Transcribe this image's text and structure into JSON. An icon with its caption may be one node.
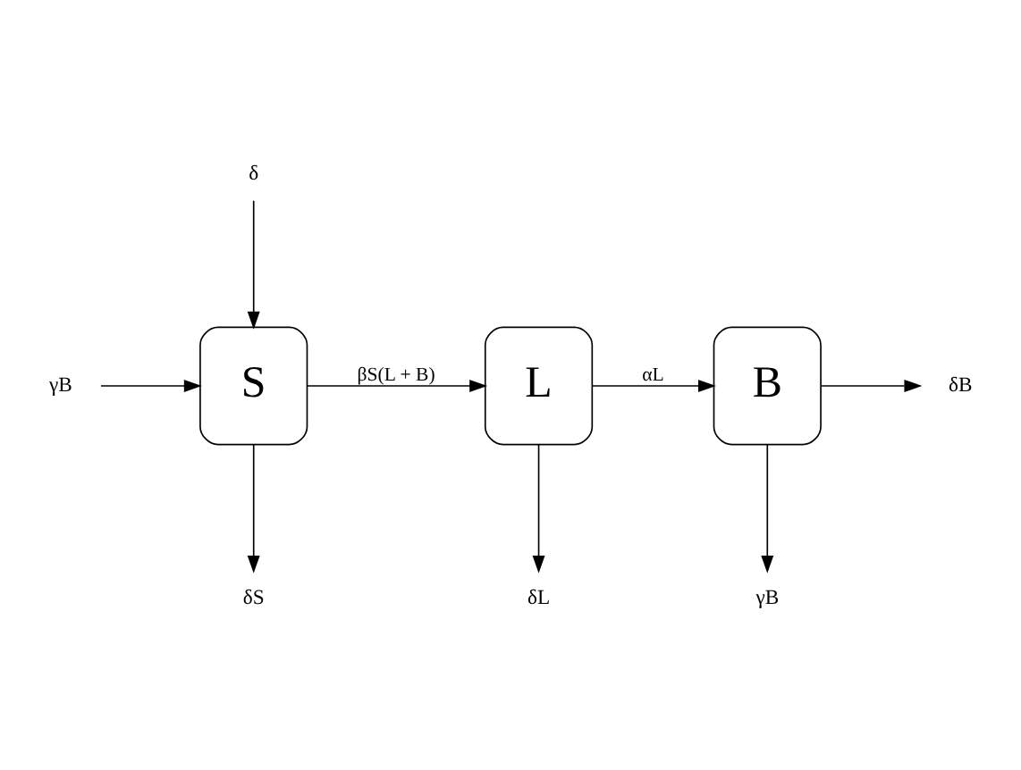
{
  "diagram": {
    "nodes": [
      {
        "text": [
          "δ"
        ]
      },
      {
        "text": [
          "γB"
        ]
      },
      {
        "text": [
          "S"
        ]
      },
      {
        "text": [
          "L"
        ]
      },
      {
        "text": [
          "B"
        ]
      },
      {
        "text": [
          "δB"
        ]
      },
      {
        "text": [
          "δS"
        ]
      },
      {
        "text": [
          "δL"
        ]
      },
      {
        "text": [
          "γB"
        ]
      }
    ],
    "edges": [
      {
        "from": 0,
        "to": 2,
        "arrow": "to"
      },
      {
        "from": 1,
        "to": 2,
        "arrow": "to"
      },
      {
        "from": 2,
        "to": 3,
        "arrow": "to",
        "label": "βS(L + B)"
      },
      {
        "from": 3,
        "to": 4,
        "arrow": "to",
        "label": "αL"
      },
      {
        "from": 4,
        "to": 5,
        "arrow": "to"
      },
      {
        "from": 2,
        "to": 6,
        "arrow": "to"
      },
      {
        "from": 3,
        "to": 7,
        "arrow": "to"
      },
      {
        "from": 4,
        "to": 8,
        "arrow": "to"
      }
    ]
  }
}
